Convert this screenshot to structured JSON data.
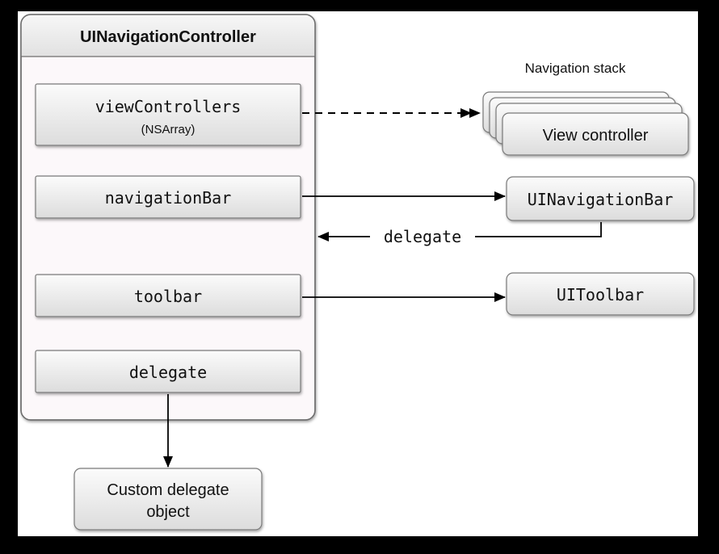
{
  "container": {
    "title": "UINavigationController"
  },
  "properties": [
    {
      "label": "viewControllers",
      "sublabel": "(NSArray)"
    },
    {
      "label": "navigationBar"
    },
    {
      "label": "toolbar"
    },
    {
      "label": "delegate"
    }
  ],
  "nav_stack": {
    "title": "Navigation stack",
    "item_label": "View controller"
  },
  "targets": {
    "navigation_bar": "UINavigationBar",
    "toolbar": "UIToolbar",
    "custom_delegate_line1": "Custom delegate",
    "custom_delegate_line2": "object"
  },
  "delegate_arrow_label": "delegate"
}
